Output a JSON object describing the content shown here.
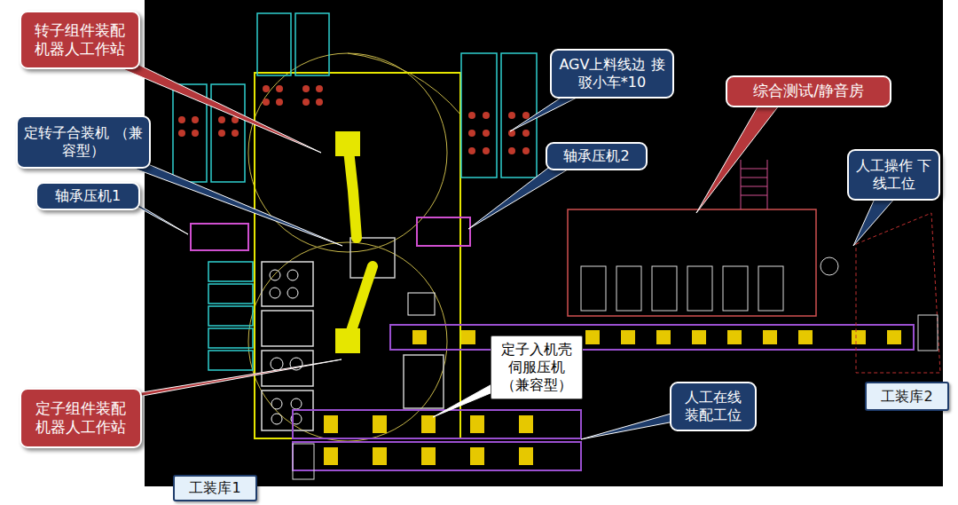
{
  "diagram": {
    "nodes": [
      {
        "text": [
          "转子组件装配 机器人工作站"
        ]
      },
      {
        "text": [
          "AGV上料线边 接驳小车*10"
        ]
      },
      {
        "text": [
          "定转子合装机 （兼容型）"
        ]
      },
      {
        "text": [
          "综合测试/静音房"
        ]
      },
      {
        "text": [
          "轴承压机2"
        ]
      },
      {
        "text": [
          "轴承压机1"
        ]
      },
      {
        "text": [
          "人工操作 下线工位"
        ]
      },
      {
        "text": [
          "定子入机壳 伺服压机 （兼容型）"
        ]
      },
      {
        "text": [
          "人工在线 装配工位"
        ]
      },
      {
        "text": [
          "工装库2"
        ]
      },
      {
        "text": [
          "定子组件装配 机器人工作站"
        ]
      },
      {
        "text": [
          "工装库1"
        ]
      }
    ]
  }
}
